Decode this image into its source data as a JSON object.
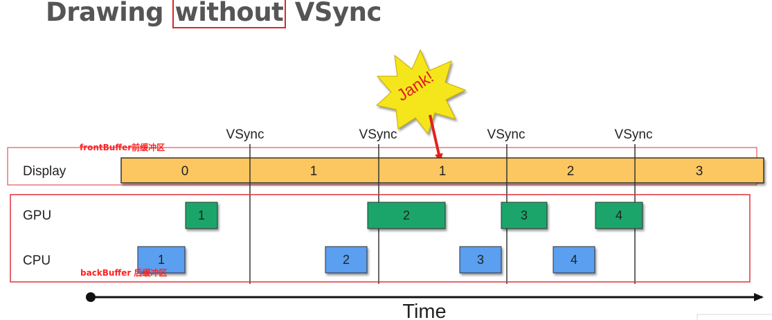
{
  "title": {
    "prefix": "Drawing",
    "highlight": "without",
    "suffix": "VSync"
  },
  "jank_label": "Jank!",
  "vsync_label": "VSync",
  "rows": {
    "display": "Display",
    "gpu": "GPU",
    "cpu": "CPU"
  },
  "annotations": {
    "front_buffer": "frontBuffer前缓冲区",
    "back_buffer": "backBuffer 后缓冲区"
  },
  "time_label": "Time",
  "display_frames": [
    "0",
    "1",
    "1",
    "2",
    "3"
  ],
  "gpu_frames": [
    "1",
    "2",
    "3",
    "4"
  ],
  "cpu_frames": [
    "1",
    "2",
    "3",
    "4"
  ],
  "colors": {
    "display": "#fcc760",
    "gpu": "#1aa56a",
    "cpu": "#5a9ff0",
    "annotation": "#e0303a",
    "jank_burst": "#f5e61d",
    "jank_text": "#e02020"
  }
}
